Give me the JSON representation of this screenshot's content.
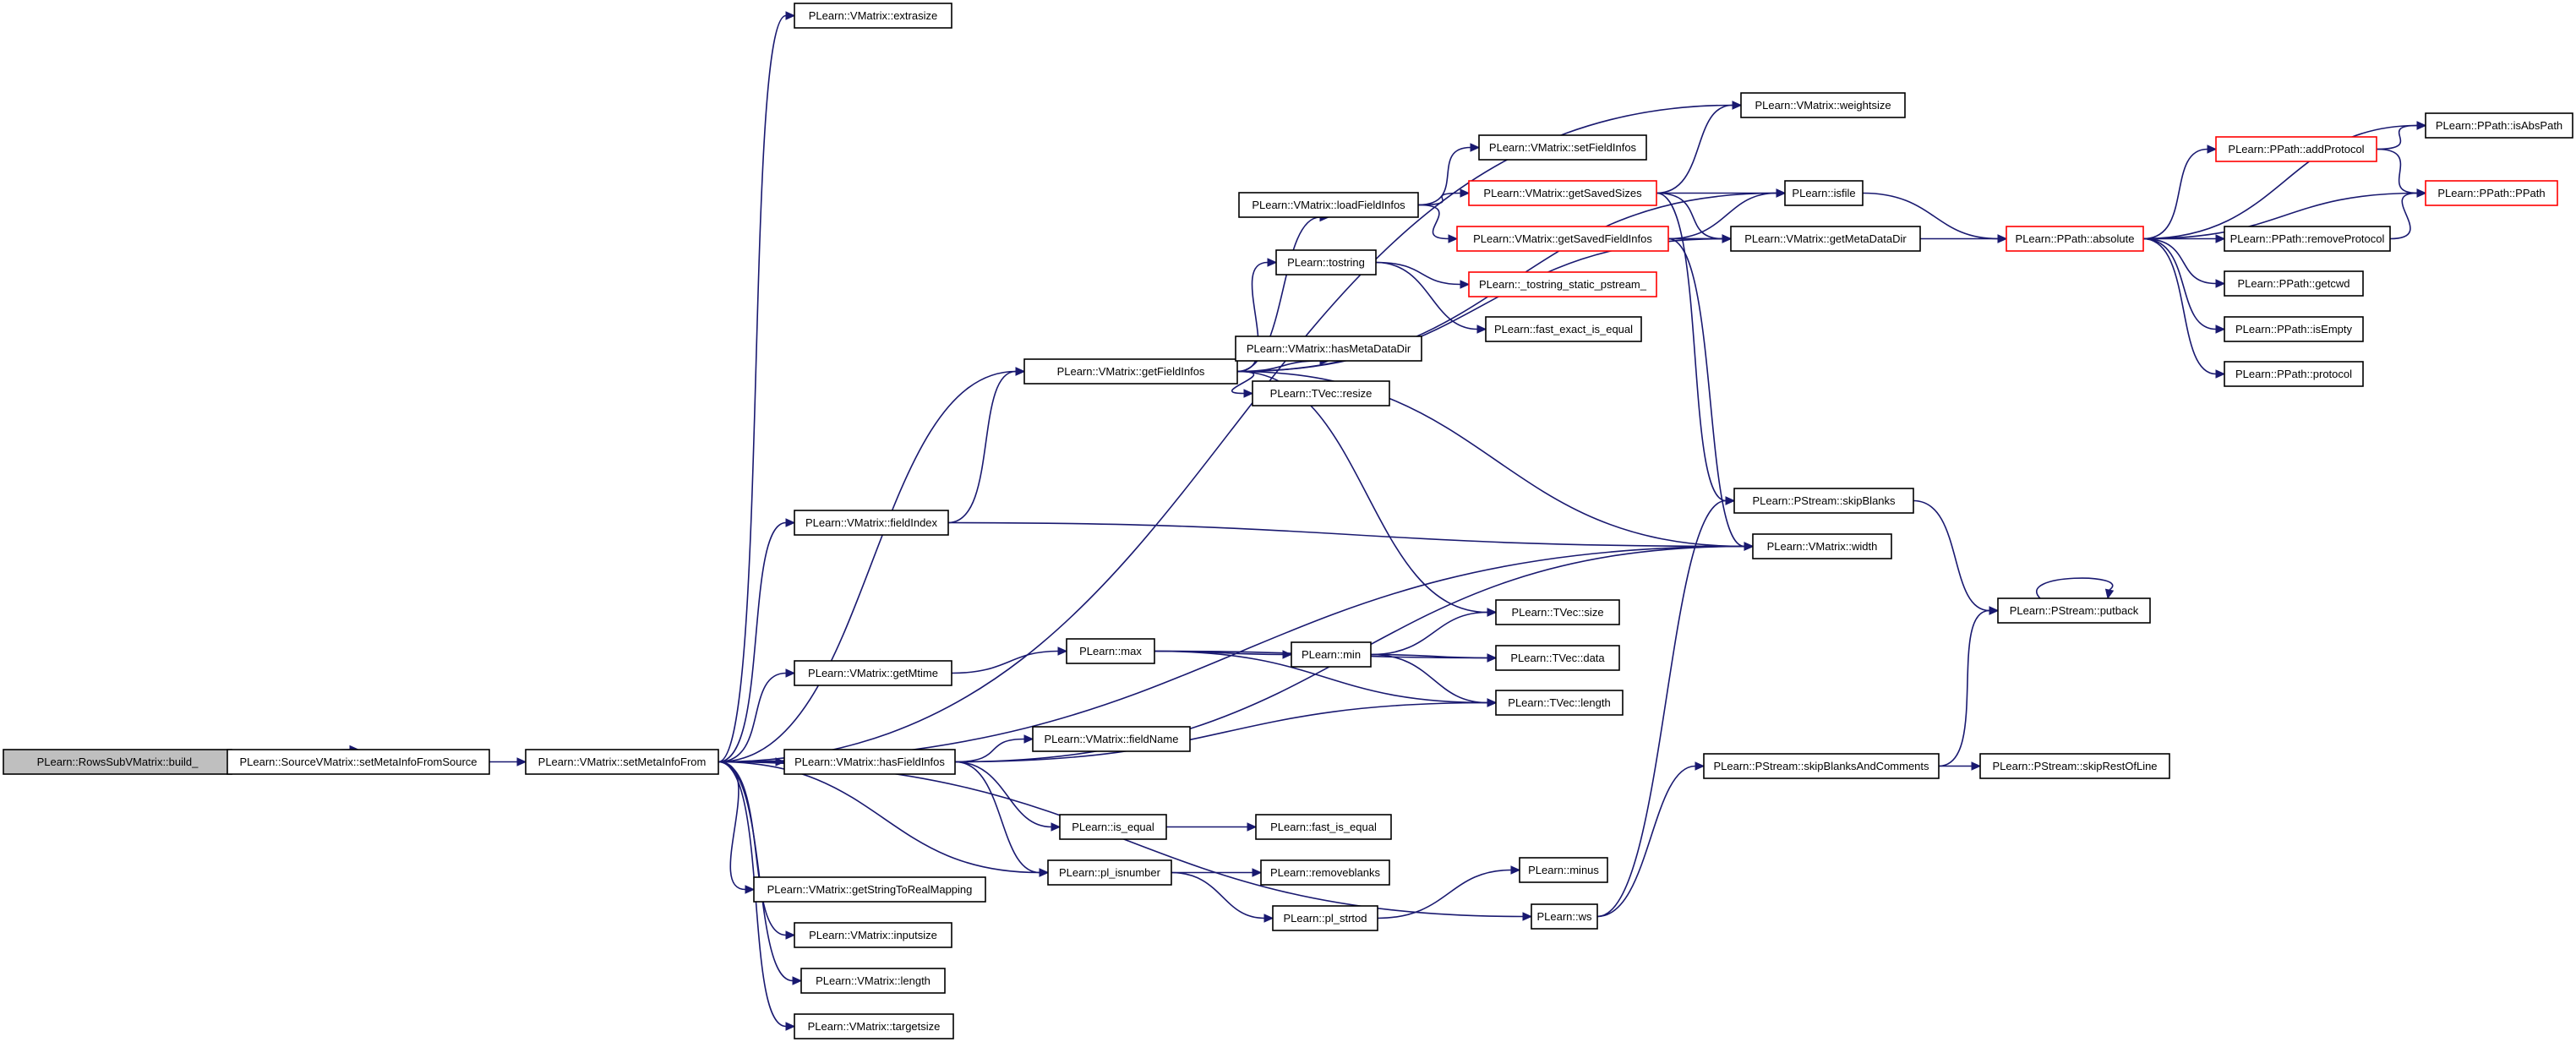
{
  "colors": {
    "edge": "#191970",
    "node_border": "#000000",
    "node_border_truncated": "#ff0000",
    "node_fill": "#ffffff",
    "root_fill": "#bfbfbf"
  },
  "nodes": [
    {
      "id": "build",
      "label": "PLearn::RowsSubVMatrix::build_",
      "root": true
    },
    {
      "id": "setMetaInfoFromSource",
      "label": "PLearn::SourceVMatrix::setMetaInfoFromSource"
    },
    {
      "id": "setMetaInfoFrom",
      "label": "PLearn::VMatrix::setMetaInfoFrom"
    },
    {
      "id": "extrasize",
      "label": "PLearn::VMatrix::extrasize"
    },
    {
      "id": "getFieldInfos",
      "label": "PLearn::VMatrix::getFieldInfos"
    },
    {
      "id": "fieldIndex",
      "label": "PLearn::VMatrix::fieldIndex"
    },
    {
      "id": "getMtime",
      "label": "PLearn::VMatrix::getMtime"
    },
    {
      "id": "hasFieldInfos",
      "label": "PLearn::VMatrix::hasFieldInfos"
    },
    {
      "id": "getStringToRealMapping",
      "label": "PLearn::VMatrix::getStringToRealMapping"
    },
    {
      "id": "inputsize",
      "label": "PLearn::VMatrix::inputsize"
    },
    {
      "id": "length",
      "label": "PLearn::VMatrix::length"
    },
    {
      "id": "targetsize",
      "label": "PLearn::VMatrix::targetsize"
    },
    {
      "id": "loadFieldInfos",
      "label": "PLearn::VMatrix::loadFieldInfos"
    },
    {
      "id": "tostring",
      "label": "PLearn::tostring"
    },
    {
      "id": "hasMetaDataDir",
      "label": "PLearn::VMatrix::hasMetaDataDir"
    },
    {
      "id": "resize",
      "label": "PLearn::TVec::resize"
    },
    {
      "id": "max",
      "label": "PLearn::max"
    },
    {
      "id": "min",
      "label": "PLearn::min"
    },
    {
      "id": "fieldName",
      "label": "PLearn::VMatrix::fieldName"
    },
    {
      "id": "is_equal",
      "label": "PLearn::is_equal"
    },
    {
      "id": "fast_is_equal",
      "label": "PLearn::fast_is_equal"
    },
    {
      "id": "pl_isnumber",
      "label": "PLearn::pl_isnumber"
    },
    {
      "id": "removeblanks",
      "label": "PLearn::removeblanks"
    },
    {
      "id": "pl_strtod",
      "label": "PLearn::pl_strtod"
    },
    {
      "id": "minus",
      "label": "PLearn::minus"
    },
    {
      "id": "ws",
      "label": "PLearn::ws"
    },
    {
      "id": "setFieldInfos",
      "label": "PLearn::VMatrix::setFieldInfos"
    },
    {
      "id": "getSavedSizes",
      "label": "PLearn::VMatrix::getSavedSizes",
      "truncated": true
    },
    {
      "id": "getSavedFieldInfos",
      "label": "PLearn::VMatrix::getSavedFieldInfos",
      "truncated": true
    },
    {
      "id": "tostring_static",
      "label": "PLearn::_tostring_static_pstream_",
      "truncated": true
    },
    {
      "id": "fast_exact_is_equal",
      "label": "PLearn::fast_exact_is_equal"
    },
    {
      "id": "tvec_size",
      "label": "PLearn::TVec::size"
    },
    {
      "id": "tvec_data",
      "label": "PLearn::TVec::data"
    },
    {
      "id": "tvec_length",
      "label": "PLearn::TVec::length"
    },
    {
      "id": "weightsize",
      "label": "PLearn::VMatrix::weightsize"
    },
    {
      "id": "isfile",
      "label": "PLearn::isfile"
    },
    {
      "id": "getMetaDataDir",
      "label": "PLearn::VMatrix::getMetaDataDir"
    },
    {
      "id": "skipBlanks",
      "label": "PLearn::PStream::skipBlanks"
    },
    {
      "id": "width",
      "label": "PLearn::VMatrix::width"
    },
    {
      "id": "skipBlanksAndComments",
      "label": "PLearn::PStream::skipBlanksAndComments"
    },
    {
      "id": "absolute",
      "label": "PLearn::PPath::absolute",
      "truncated": true
    },
    {
      "id": "putback",
      "label": "PLearn::PStream::putback"
    },
    {
      "id": "skipRestOfLine",
      "label": "PLearn::PStream::skipRestOfLine"
    },
    {
      "id": "addProtocol",
      "label": "PLearn::PPath::addProtocol",
      "truncated": true
    },
    {
      "id": "isAbsPath",
      "label": "PLearn::PPath::isAbsPath"
    },
    {
      "id": "ppath",
      "label": "PLearn::PPath::PPath",
      "truncated": true
    },
    {
      "id": "removeProtocol",
      "label": "PLearn::PPath::removeProtocol"
    },
    {
      "id": "getcwd",
      "label": "PLearn::PPath::getcwd"
    },
    {
      "id": "isEmpty",
      "label": "PLearn::PPath::isEmpty"
    },
    {
      "id": "protocol",
      "label": "PLearn::PPath::protocol"
    }
  ],
  "edges": [
    [
      "build",
      "setMetaInfoFromSource"
    ],
    [
      "setMetaInfoFromSource",
      "setMetaInfoFrom"
    ],
    [
      "setMetaInfoFrom",
      "extrasize"
    ],
    [
      "setMetaInfoFrom",
      "weightsize"
    ],
    [
      "setMetaInfoFrom",
      "getFieldInfos"
    ],
    [
      "setMetaInfoFrom",
      "fieldIndex"
    ],
    [
      "setMetaInfoFrom",
      "width"
    ],
    [
      "setMetaInfoFrom",
      "getMtime"
    ],
    [
      "setMetaInfoFrom",
      "hasFieldInfos"
    ],
    [
      "setMetaInfoFrom",
      "pl_isnumber"
    ],
    [
      "setMetaInfoFrom",
      "ws"
    ],
    [
      "setMetaInfoFrom",
      "getStringToRealMapping"
    ],
    [
      "setMetaInfoFrom",
      "inputsize"
    ],
    [
      "setMetaInfoFrom",
      "length"
    ],
    [
      "setMetaInfoFrom",
      "targetsize"
    ],
    [
      "fieldIndex",
      "getFieldInfos"
    ],
    [
      "fieldIndex",
      "width"
    ],
    [
      "getFieldInfos",
      "isfile"
    ],
    [
      "getFieldInfos",
      "loadFieldInfos"
    ],
    [
      "getFieldInfos",
      "tostring"
    ],
    [
      "getFieldInfos",
      "getMetaDataDir"
    ],
    [
      "getFieldInfos",
      "hasMetaDataDir"
    ],
    [
      "getFieldInfos",
      "resize"
    ],
    [
      "getFieldInfos",
      "width"
    ],
    [
      "getFieldInfos",
      "tvec_size"
    ],
    [
      "loadFieldInfos",
      "setFieldInfos"
    ],
    [
      "loadFieldInfos",
      "getSavedSizes"
    ],
    [
      "loadFieldInfos",
      "getSavedFieldInfos"
    ],
    [
      "getSavedSizes",
      "weightsize"
    ],
    [
      "getSavedSizes",
      "isfile"
    ],
    [
      "getSavedSizes",
      "getMetaDataDir"
    ],
    [
      "getSavedSizes",
      "skipBlanks"
    ],
    [
      "getSavedFieldInfos",
      "isfile"
    ],
    [
      "getSavedFieldInfos",
      "getMetaDataDir"
    ],
    [
      "getSavedFieldInfos",
      "absolute"
    ],
    [
      "getSavedFieldInfos",
      "width"
    ],
    [
      "tostring",
      "tostring_static"
    ],
    [
      "tostring",
      "fast_exact_is_equal"
    ],
    [
      "getMtime",
      "max"
    ],
    [
      "max",
      "min"
    ],
    [
      "max",
      "tvec_data"
    ],
    [
      "max",
      "tvec_length"
    ],
    [
      "min",
      "tvec_size"
    ],
    [
      "min",
      "tvec_data"
    ],
    [
      "min",
      "tvec_length"
    ],
    [
      "hasFieldInfos",
      "tvec_length"
    ],
    [
      "hasFieldInfos",
      "fieldName"
    ],
    [
      "hasFieldInfos",
      "width"
    ],
    [
      "hasFieldInfos",
      "is_equal"
    ],
    [
      "hasFieldInfos",
      "pl_isnumber"
    ],
    [
      "is_equal",
      "fast_is_equal"
    ],
    [
      "pl_isnumber",
      "removeblanks"
    ],
    [
      "pl_isnumber",
      "pl_strtod"
    ],
    [
      "pl_strtod",
      "minus"
    ],
    [
      "ws",
      "skipBlanks"
    ],
    [
      "ws",
      "skipBlanksAndComments"
    ],
    [
      "isfile",
      "absolute"
    ],
    [
      "skipBlanks",
      "putback"
    ],
    [
      "skipBlanksAndComments",
      "putback"
    ],
    [
      "skipBlanksAndComments",
      "skipRestOfLine"
    ],
    [
      "putback",
      "putback"
    ],
    [
      "absolute",
      "isAbsPath"
    ],
    [
      "absolute",
      "addProtocol"
    ],
    [
      "absolute",
      "ppath"
    ],
    [
      "absolute",
      "removeProtocol"
    ],
    [
      "absolute",
      "getcwd"
    ],
    [
      "absolute",
      "isEmpty"
    ],
    [
      "absolute",
      "protocol"
    ],
    [
      "addProtocol",
      "isAbsPath"
    ],
    [
      "addProtocol",
      "ppath"
    ],
    [
      "removeProtocol",
      "ppath"
    ]
  ]
}
